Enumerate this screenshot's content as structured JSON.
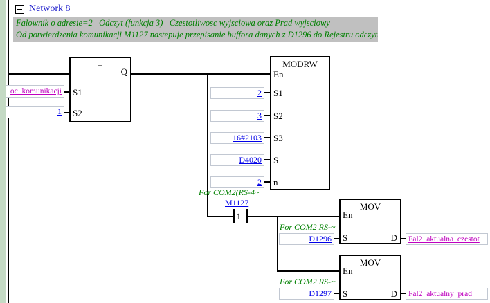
{
  "header": {
    "collapse_icon": "minus",
    "network_label": "Network 8"
  },
  "comments": {
    "line1": "Falownik o adresie=2   Odczyt (funkcja 3)   Czestotliwosc wyjsciowa oraz Prad wyjsciowy",
    "line2": "Od potwierdzenia komunikacji M1127 nastepuje przepisanie buffora danych z D1296 do Rejestru odczytu"
  },
  "compare_block": {
    "title": "=",
    "output_label": "Q",
    "inputs": [
      {
        "label": "S1",
        "operand": "oc_komunikacji"
      },
      {
        "label": "S2",
        "operand": "1"
      }
    ]
  },
  "modrw_block": {
    "title": "MODRW",
    "enable_label": "En",
    "inputs": [
      {
        "label": "S1",
        "operand": "2"
      },
      {
        "label": "S2",
        "operand": "3"
      },
      {
        "label": "S3",
        "operand": "16#2103"
      },
      {
        "label": "S",
        "operand": "D4020"
      },
      {
        "label": "n",
        "operand": "2"
      }
    ]
  },
  "contact": {
    "comment": "For COM2(RS-4~",
    "device": "M1127",
    "arrow": "↑"
  },
  "mov1": {
    "title": "MOV",
    "enable_label": "En",
    "s_label": "S",
    "d_label": "D",
    "s_comment": "For COM2 RS-~",
    "s_operand": "D1296",
    "d_operand": "Fal2_aktualna_czestot"
  },
  "mov2": {
    "title": "MOV",
    "enable_label": "En",
    "s_label": "S",
    "d_label": "D",
    "s_comment": "For COM2 RS-~",
    "s_operand": "D1297",
    "d_operand": "Fal2_aktualny_prad"
  },
  "colors": {
    "operand_value": "#0000e8",
    "symbol_name": "#bf00bf",
    "comment_green": "#008000",
    "network_title_blue": "#2121cd",
    "comment_bar_gray": "#c0c0c0",
    "margin_strip_green": "#c4dac4",
    "wire_black": "#000000"
  }
}
